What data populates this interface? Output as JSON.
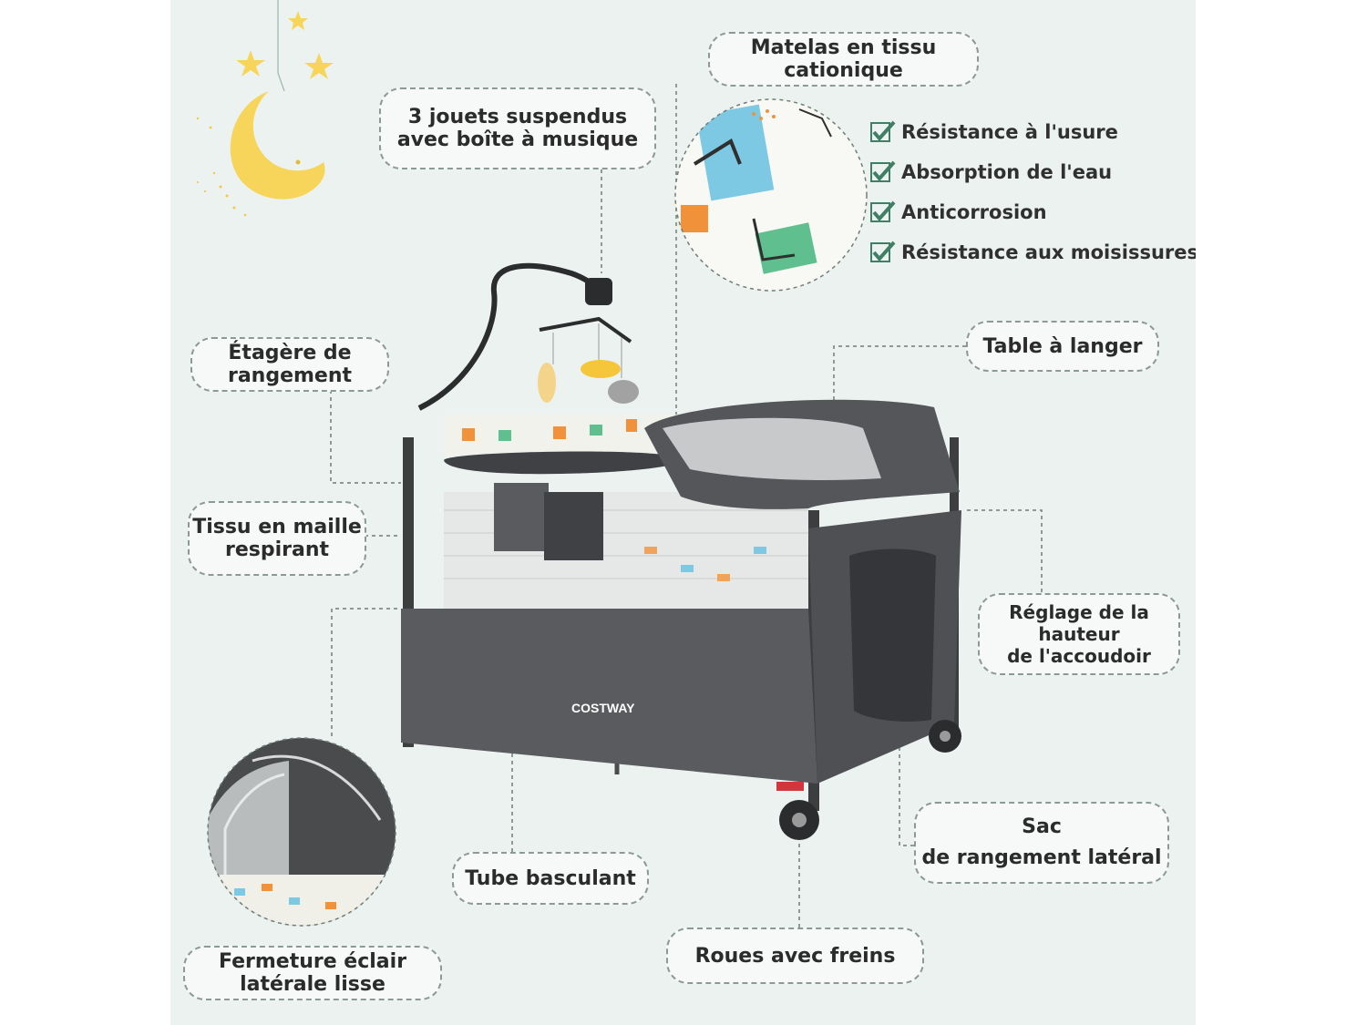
{
  "brand": "COSTWAY",
  "accent": "#3f7f66",
  "labels": {
    "matelas": [
      "Matelas en tissu",
      "cationique"
    ],
    "jouets": [
      "3 jouets suspendus",
      "avec boîte à musique"
    ],
    "etagere": [
      "Étagère de",
      "rangement"
    ],
    "table": [
      "Table à langer"
    ],
    "tissu": [
      "Tissu en maille",
      "respirant"
    ],
    "reglage": [
      "Réglage de la",
      "hauteur",
      "de l'accoudoir"
    ],
    "sac": [
      "Sac",
      "de rangement latéral"
    ],
    "tube": [
      "Tube basculant"
    ],
    "roues": [
      "Roues avec freins"
    ],
    "fermeture": [
      "Fermeture éclair",
      "latérale lisse"
    ]
  },
  "features": [
    {
      "label": "Résistance à l'usure",
      "icon": "check-icon"
    },
    {
      "label": "Absorption de l'eau",
      "icon": "check-icon"
    },
    {
      "label": "Anticorrosion",
      "icon": "check-icon"
    },
    {
      "label": "Résistance aux moisissures",
      "icon": "check-icon"
    }
  ]
}
